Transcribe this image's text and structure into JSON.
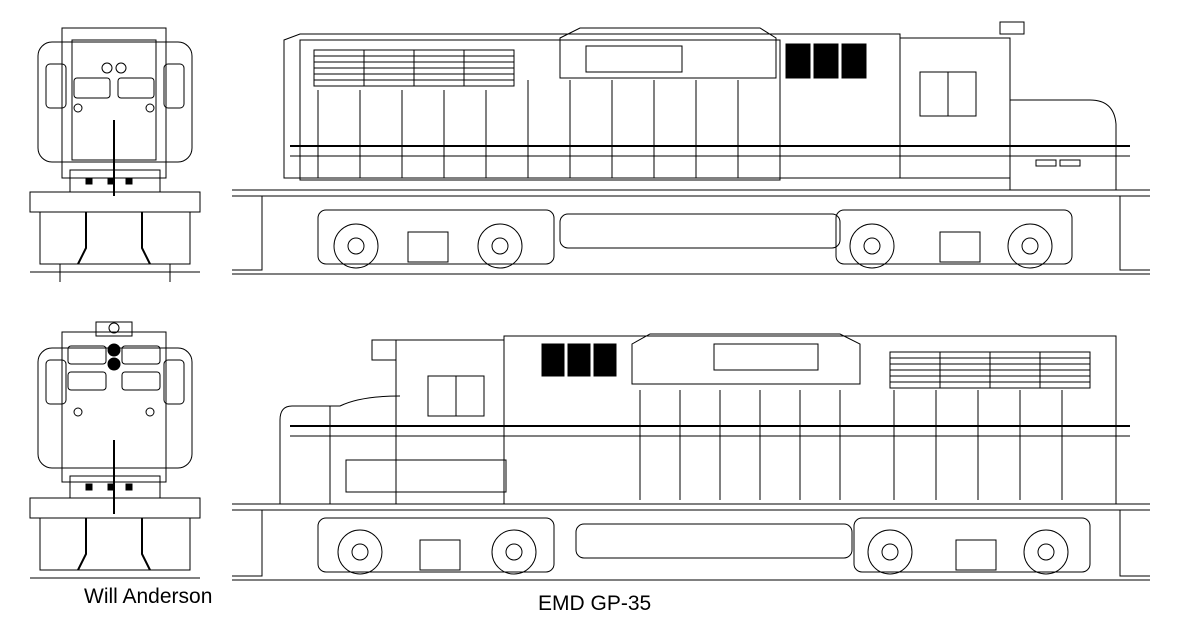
{
  "drawing": {
    "credit": "Will Anderson",
    "model": "EMD GP-35",
    "views": [
      "front-end",
      "left-side",
      "rear-end",
      "right-side"
    ]
  }
}
